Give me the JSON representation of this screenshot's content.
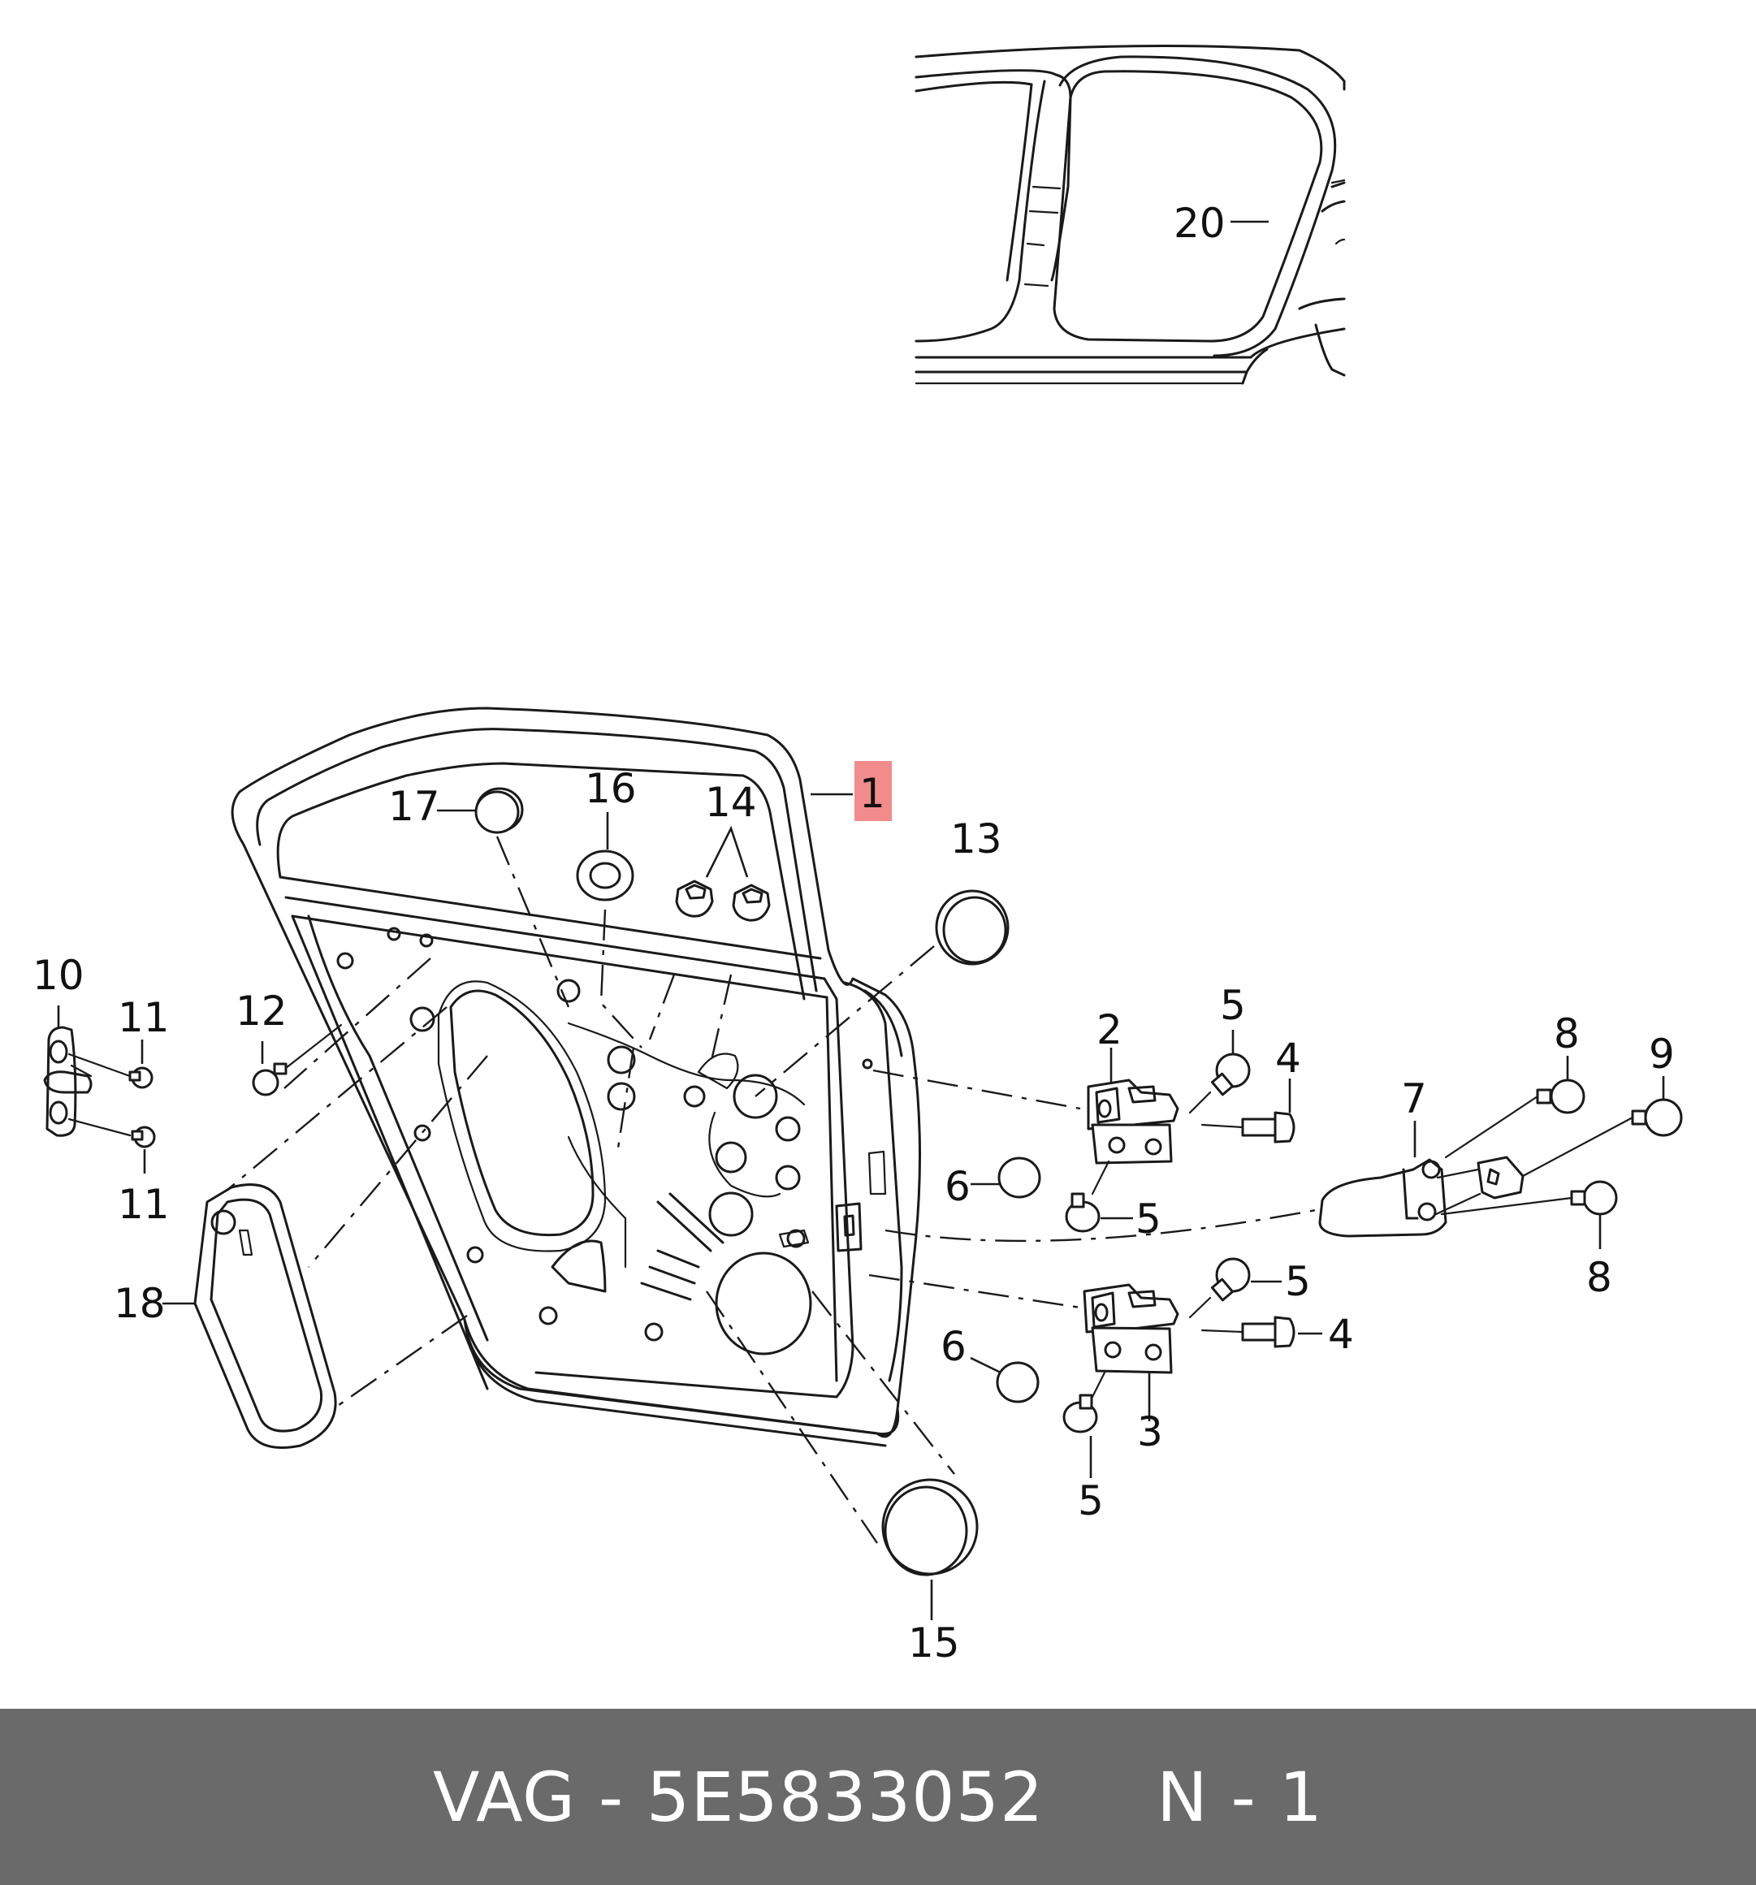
{
  "colors": {
    "highlight": "#f28b8b",
    "footer_bg": "#6a6a6a",
    "footer_text": "#ffffff",
    "line": "#1a1a1a"
  },
  "footer": {
    "brand": "VAG",
    "part_number": "5E5833052",
    "position": "N - 1"
  },
  "callouts": [
    {
      "id": "c1",
      "label": "1"
    },
    {
      "id": "c2",
      "label": "2"
    },
    {
      "id": "c3",
      "label": "3"
    },
    {
      "id": "c4a",
      "label": "4"
    },
    {
      "id": "c4b",
      "label": "4"
    },
    {
      "id": "c5a",
      "label": "5"
    },
    {
      "id": "c5b",
      "label": "5"
    },
    {
      "id": "c5c",
      "label": "5"
    },
    {
      "id": "c5d",
      "label": "5"
    },
    {
      "id": "c6a",
      "label": "6"
    },
    {
      "id": "c6b",
      "label": "6"
    },
    {
      "id": "c7",
      "label": "7"
    },
    {
      "id": "c8a",
      "label": "8"
    },
    {
      "id": "c8b",
      "label": "8"
    },
    {
      "id": "c9",
      "label": "9"
    },
    {
      "id": "c10",
      "label": "10"
    },
    {
      "id": "c11a",
      "label": "11"
    },
    {
      "id": "c11b",
      "label": "11"
    },
    {
      "id": "c12",
      "label": "12"
    },
    {
      "id": "c13",
      "label": "13"
    },
    {
      "id": "c14",
      "label": "14"
    },
    {
      "id": "c15",
      "label": "15"
    },
    {
      "id": "c16",
      "label": "16"
    },
    {
      "id": "c17",
      "label": "17"
    },
    {
      "id": "c18",
      "label": "18"
    },
    {
      "id": "c20",
      "label": "20"
    }
  ]
}
